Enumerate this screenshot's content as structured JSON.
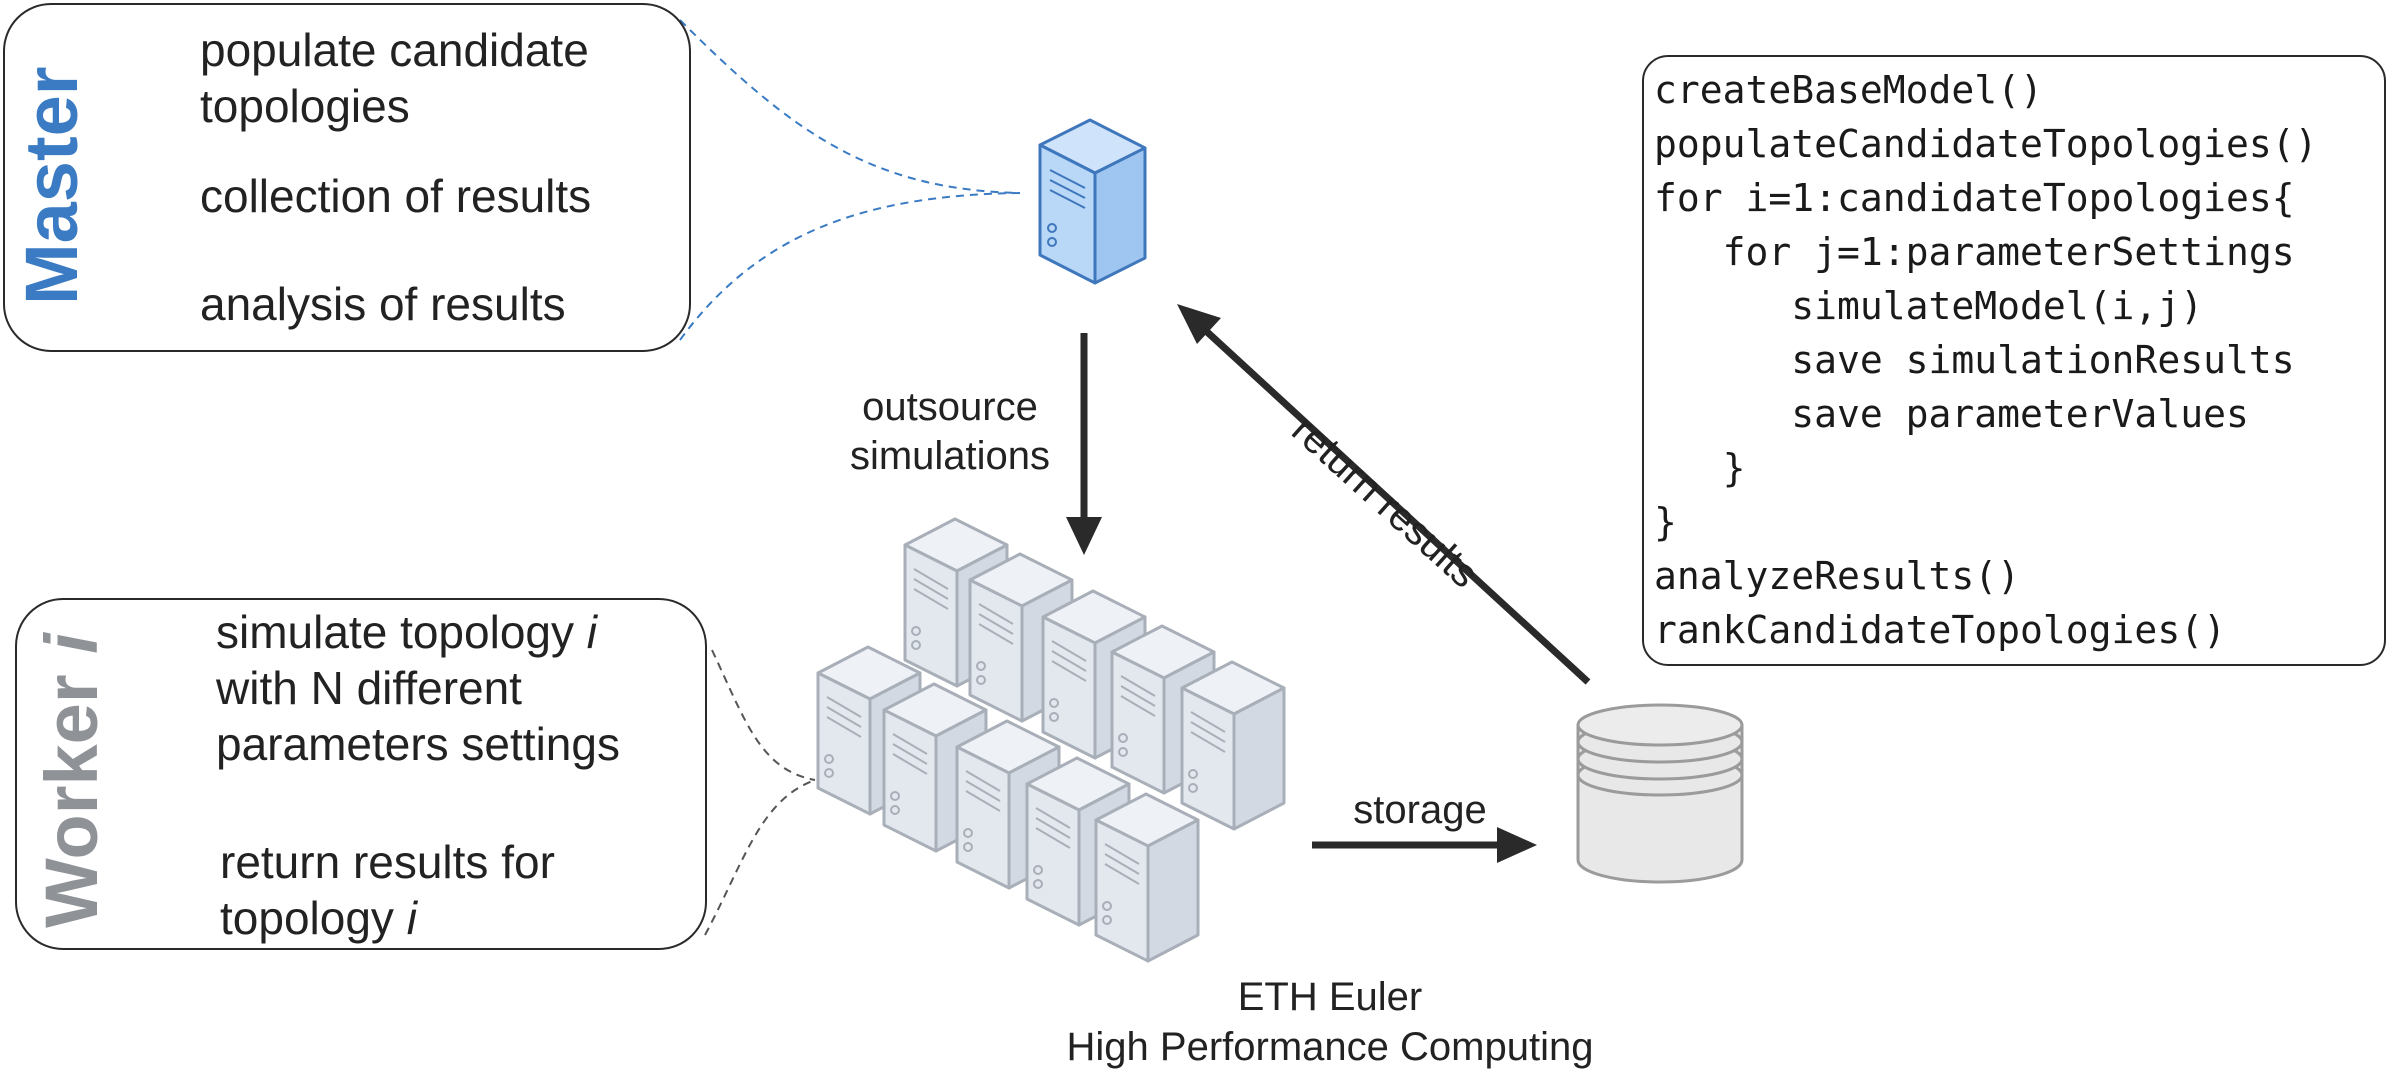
{
  "master": {
    "title": "Master",
    "tasks": [
      "populate candidate",
      "topologies",
      "collection of results",
      "analysis of results"
    ]
  },
  "worker": {
    "title_word": "Worker",
    "title_var": "i",
    "task1_line1_prefix": "simulate topology ",
    "task1_line1_var": "i",
    "task1_line2": "with N different",
    "task1_line3": "parameters settings",
    "task2_line1": "return results for",
    "task2_line2_prefix": "topology ",
    "task2_line2_var": "i"
  },
  "code": {
    "lines": [
      "createBaseModel()",
      "populateCandidateTopologies()",
      "for i=1:candidateTopologies{",
      "   for j=1:parameterSettings",
      "      simulateModel(i,j)",
      "      save simulationResults",
      "      save parameterValues",
      "   }",
      "}",
      "analyzeResults()",
      "rankCandidateTopologies()"
    ]
  },
  "arrows": {
    "outsource_line1": "outsource",
    "outsource_line2": "simulations",
    "return": "return results",
    "storage": "storage"
  },
  "cluster": {
    "line1": "ETH Euler",
    "line2": "High Performance Computing"
  },
  "colors": {
    "master_blue": "#3a7bc4",
    "server_blue_fill": "#b9d7f7",
    "server_blue_stroke": "#3f77bd",
    "worker_gray": "#8f9398",
    "cluster_fill": "#e3e8ef",
    "cluster_stroke": "#a9afb8",
    "storage_fill": "#e8e8e8",
    "storage_stroke": "#9b9b9b"
  },
  "icons": [
    "master-server-icon",
    "server-cluster-icon",
    "storage-database-icon"
  ]
}
